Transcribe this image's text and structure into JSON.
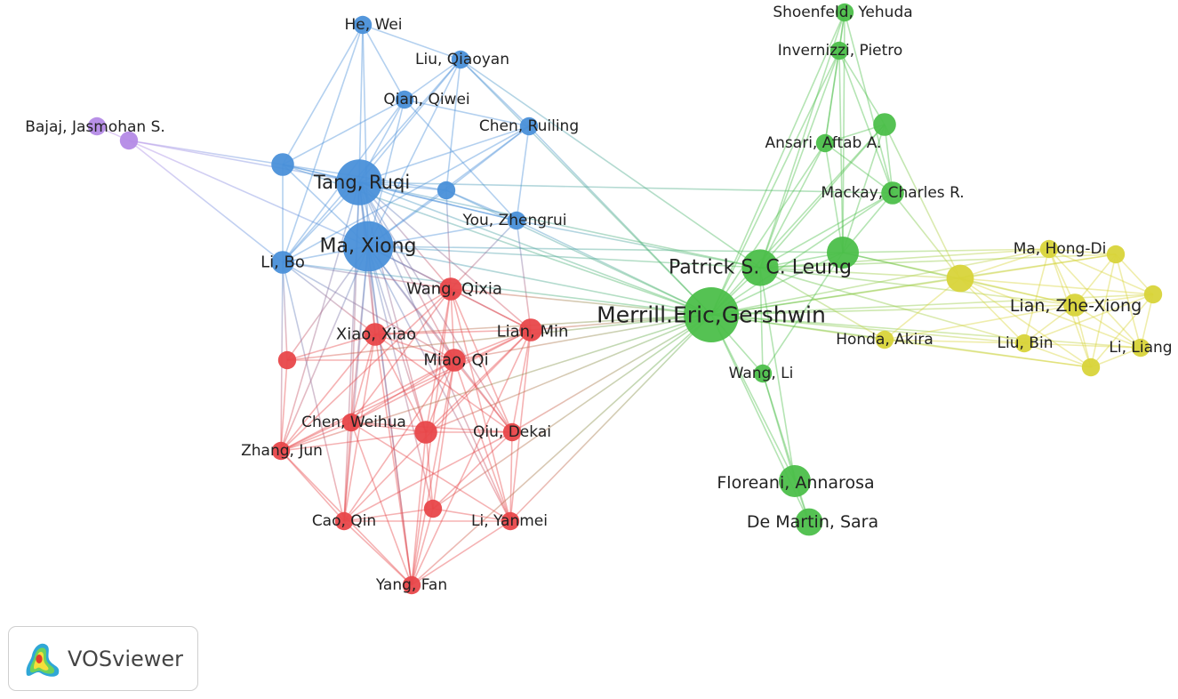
{
  "app": {
    "brand_label": "VOSviewer",
    "logo_icon": "vosviewer-logo-icon"
  },
  "clusters": {
    "red": "#e8474a",
    "blue": "#4a90d9",
    "green": "#4cbf4a",
    "yellow": "#d8d43a",
    "purple": "#b48ae6"
  },
  "nodes": [
    {
      "id": "merrill",
      "label": "Merrill.Eric,Gershwin",
      "cluster": "green",
      "weight": 10
    },
    {
      "id": "leung",
      "label": "Patrick S. C. Leung",
      "cluster": "green",
      "weight": 6
    },
    {
      "id": "green_hub",
      "label": "",
      "cluster": "green",
      "weight": 5
    },
    {
      "id": "shoenfeld",
      "label": "Shoenfeld, Yehuda",
      "cluster": "green",
      "weight": 2
    },
    {
      "id": "invernizzi",
      "label": "Invernizzi, Pietro",
      "cluster": "green",
      "weight": 2
    },
    {
      "id": "green_top",
      "label": "",
      "cluster": "green",
      "weight": 3
    },
    {
      "id": "ansari",
      "label": "Ansari, Aftab A.",
      "cluster": "green",
      "weight": 2
    },
    {
      "id": "mackay",
      "label": "Mackay, Charles R.",
      "cluster": "green",
      "weight": 3
    },
    {
      "id": "wangli",
      "label": "Wang, Li",
      "cluster": "green",
      "weight": 2
    },
    {
      "id": "floreani",
      "label": "Floreani, Annarosa",
      "cluster": "green",
      "weight": 5
    },
    {
      "id": "demartin",
      "label": "De Martin, Sara",
      "cluster": "green",
      "weight": 4
    },
    {
      "id": "tang",
      "label": "Tang, Ruqi",
      "cluster": "blue",
      "weight": 8
    },
    {
      "id": "ma",
      "label": "Ma, Xiong",
      "cluster": "blue",
      "weight": 9
    },
    {
      "id": "hewei",
      "label": "He, Wei",
      "cluster": "blue",
      "weight": 2
    },
    {
      "id": "liuq",
      "label": "Liu, Qiaoyan",
      "cluster": "blue",
      "weight": 2
    },
    {
      "id": "qian",
      "label": "Qian, Qiwei",
      "cluster": "blue",
      "weight": 2
    },
    {
      "id": "chenr",
      "label": "Chen, Ruiling",
      "cluster": "blue",
      "weight": 2
    },
    {
      "id": "you",
      "label": "You, Zhengrui",
      "cluster": "blue",
      "weight": 2
    },
    {
      "id": "libo",
      "label": "Li, Bo",
      "cluster": "blue",
      "weight": 3
    },
    {
      "id": "blue_left",
      "label": "",
      "cluster": "blue",
      "weight": 3
    },
    {
      "id": "blue_mid",
      "label": "",
      "cluster": "blue",
      "weight": 2
    },
    {
      "id": "wangq",
      "label": "Wang, Qixia",
      "cluster": "red",
      "weight": 3
    },
    {
      "id": "lianm",
      "label": "Lian, Min",
      "cluster": "red",
      "weight": 3
    },
    {
      "id": "xiao",
      "label": "Xiao, Xiao",
      "cluster": "red",
      "weight": 3
    },
    {
      "id": "miao",
      "label": "Miao, Qi",
      "cluster": "red",
      "weight": 3
    },
    {
      "id": "chenw",
      "label": "Chen, Weihua",
      "cluster": "red",
      "weight": 2
    },
    {
      "id": "qiu",
      "label": "Qiu, Dekai",
      "cluster": "red",
      "weight": 2
    },
    {
      "id": "zhang",
      "label": "Zhang, Jun",
      "cluster": "red",
      "weight": 2
    },
    {
      "id": "cao",
      "label": "Cao, Qin",
      "cluster": "red",
      "weight": 2
    },
    {
      "id": "liy",
      "label": "Li, Yanmei",
      "cluster": "red",
      "weight": 2
    },
    {
      "id": "yang",
      "label": "Yang, Fan",
      "cluster": "red",
      "weight": 2
    },
    {
      "id": "red_left",
      "label": "",
      "cluster": "red",
      "weight": 2
    },
    {
      "id": "red_mid",
      "label": "",
      "cluster": "red",
      "weight": 3
    },
    {
      "id": "red_low",
      "label": "",
      "cluster": "red",
      "weight": 2
    },
    {
      "id": "mahd",
      "label": "Ma, Hong-Di",
      "cluster": "yellow",
      "weight": 2
    },
    {
      "id": "lianz",
      "label": "Lian, Zhe-Xiong",
      "cluster": "yellow",
      "weight": 3
    },
    {
      "id": "honda",
      "label": "Honda, Akira",
      "cluster": "yellow",
      "weight": 2
    },
    {
      "id": "liubin",
      "label": "Liu, Bin",
      "cluster": "yellow",
      "weight": 2
    },
    {
      "id": "liliang",
      "label": "Li, Liang",
      "cluster": "yellow",
      "weight": 2
    },
    {
      "id": "yellow_hub",
      "label": "",
      "cluster": "yellow",
      "weight": 4
    },
    {
      "id": "yellow_tr",
      "label": "",
      "cluster": "yellow",
      "weight": 2
    },
    {
      "id": "yellow_r",
      "label": "",
      "cluster": "yellow",
      "weight": 2
    },
    {
      "id": "yellow_b",
      "label": "",
      "cluster": "yellow",
      "weight": 2
    },
    {
      "id": "bajaj",
      "label": "Bajaj, Jasmohan S.",
      "cluster": "purple",
      "weight": 2
    },
    {
      "id": "purple2",
      "label": "",
      "cluster": "purple",
      "weight": 2
    }
  ],
  "links": [
    [
      "bajaj",
      "purple2"
    ],
    [
      "purple2",
      "tang"
    ],
    [
      "purple2",
      "ma"
    ],
    [
      "purple2",
      "libo"
    ],
    [
      "purple2",
      "blue_left"
    ],
    [
      "hewei",
      "tang"
    ],
    [
      "hewei",
      "ma"
    ],
    [
      "hewei",
      "qian"
    ],
    [
      "hewei",
      "liuq"
    ],
    [
      "hewei",
      "blue_left"
    ],
    [
      "hewei",
      "libo"
    ],
    [
      "liuq",
      "tang"
    ],
    [
      "liuq",
      "ma"
    ],
    [
      "liuq",
      "qian"
    ],
    [
      "liuq",
      "chenr"
    ],
    [
      "liuq",
      "merrill"
    ],
    [
      "liuq",
      "leung"
    ],
    [
      "liuq",
      "libo"
    ],
    [
      "liuq",
      "blue_mid"
    ],
    [
      "qian",
      "tang"
    ],
    [
      "qian",
      "ma"
    ],
    [
      "qian",
      "chenr"
    ],
    [
      "qian",
      "libo"
    ],
    [
      "qian",
      "blue_left"
    ],
    [
      "qian",
      "you"
    ],
    [
      "chenr",
      "tang"
    ],
    [
      "chenr",
      "ma"
    ],
    [
      "chenr",
      "merrill"
    ],
    [
      "chenr",
      "you"
    ],
    [
      "chenr",
      "blue_mid"
    ],
    [
      "chenr",
      "libo"
    ],
    [
      "tang",
      "ma"
    ],
    [
      "tang",
      "libo"
    ],
    [
      "tang",
      "blue_left"
    ],
    [
      "tang",
      "blue_mid"
    ],
    [
      "tang",
      "you"
    ],
    [
      "tang",
      "merrill"
    ],
    [
      "tang",
      "leung"
    ],
    [
      "tang",
      "wangq"
    ],
    [
      "tang",
      "lianm"
    ],
    [
      "tang",
      "xiao"
    ],
    [
      "tang",
      "miao"
    ],
    [
      "tang",
      "chenw"
    ],
    [
      "tang",
      "qiu"
    ],
    [
      "tang",
      "zhang"
    ],
    [
      "tang",
      "cao"
    ],
    [
      "tang",
      "liy"
    ],
    [
      "tang",
      "yang"
    ],
    [
      "tang",
      "red_mid"
    ],
    [
      "tang",
      "mackay"
    ],
    [
      "ma",
      "libo"
    ],
    [
      "ma",
      "blue_left"
    ],
    [
      "ma",
      "blue_mid"
    ],
    [
      "ma",
      "you"
    ],
    [
      "ma",
      "merrill"
    ],
    [
      "ma",
      "leung"
    ],
    [
      "ma",
      "wangq"
    ],
    [
      "ma",
      "lianm"
    ],
    [
      "ma",
      "xiao"
    ],
    [
      "ma",
      "miao"
    ],
    [
      "ma",
      "chenw"
    ],
    [
      "ma",
      "qiu"
    ],
    [
      "ma",
      "zhang"
    ],
    [
      "ma",
      "cao"
    ],
    [
      "ma",
      "liy"
    ],
    [
      "ma",
      "yang"
    ],
    [
      "ma",
      "red_mid"
    ],
    [
      "ma",
      "red_left"
    ],
    [
      "ma",
      "red_low"
    ],
    [
      "ma",
      "green_hub"
    ],
    [
      "blue_left",
      "libo"
    ],
    [
      "blue_left",
      "you"
    ],
    [
      "blue_left",
      "merrill"
    ],
    [
      "blue_left",
      "blue_mid"
    ],
    [
      "blue_mid",
      "you"
    ],
    [
      "blue_mid",
      "merrill"
    ],
    [
      "blue_mid",
      "wangq"
    ],
    [
      "you",
      "merrill"
    ],
    [
      "you",
      "leung"
    ],
    [
      "you",
      "wangq"
    ],
    [
      "you",
      "lianm"
    ],
    [
      "libo",
      "wangq"
    ],
    [
      "libo",
      "xiao"
    ],
    [
      "libo",
      "miao"
    ],
    [
      "libo",
      "zhang"
    ],
    [
      "libo",
      "red_left"
    ],
    [
      "libo",
      "merrill"
    ],
    [
      "libo",
      "cao"
    ],
    [
      "wangq",
      "lianm"
    ],
    [
      "wangq",
      "xiao"
    ],
    [
      "wangq",
      "miao"
    ],
    [
      "wangq",
      "chenw"
    ],
    [
      "wangq",
      "qiu"
    ],
    [
      "wangq",
      "merrill"
    ],
    [
      "wangq",
      "zhang"
    ],
    [
      "wangq",
      "yang"
    ],
    [
      "wangq",
      "liy"
    ],
    [
      "wangq",
      "red_mid"
    ],
    [
      "lianm",
      "xiao"
    ],
    [
      "lianm",
      "miao"
    ],
    [
      "lianm",
      "qiu"
    ],
    [
      "lianm",
      "merrill"
    ],
    [
      "lianm",
      "chenw"
    ],
    [
      "lianm",
      "liy"
    ],
    [
      "lianm",
      "cao"
    ],
    [
      "lianm",
      "zhang"
    ],
    [
      "lianm",
      "red_mid"
    ],
    [
      "lianm",
      "yang"
    ],
    [
      "xiao",
      "miao"
    ],
    [
      "xiao",
      "chenw"
    ],
    [
      "xiao",
      "zhang"
    ],
    [
      "xiao",
      "cao"
    ],
    [
      "xiao",
      "red_left"
    ],
    [
      "xiao",
      "red_mid"
    ],
    [
      "xiao",
      "merrill"
    ],
    [
      "xiao",
      "qiu"
    ],
    [
      "xiao",
      "yang"
    ],
    [
      "miao",
      "chenw"
    ],
    [
      "miao",
      "qiu"
    ],
    [
      "miao",
      "zhang"
    ],
    [
      "miao",
      "cao"
    ],
    [
      "miao",
      "liy"
    ],
    [
      "miao",
      "yang"
    ],
    [
      "miao",
      "red_mid"
    ],
    [
      "miao",
      "red_low"
    ],
    [
      "miao",
      "merrill"
    ],
    [
      "chenw",
      "qiu"
    ],
    [
      "chenw",
      "zhang"
    ],
    [
      "chenw",
      "cao"
    ],
    [
      "chenw",
      "liy"
    ],
    [
      "chenw",
      "red_mid"
    ],
    [
      "chenw",
      "yang"
    ],
    [
      "qiu",
      "liy"
    ],
    [
      "qiu",
      "red_mid"
    ],
    [
      "qiu",
      "merrill"
    ],
    [
      "qiu",
      "cao"
    ],
    [
      "qiu",
      "red_low"
    ],
    [
      "zhang",
      "cao"
    ],
    [
      "zhang",
      "red_left"
    ],
    [
      "zhang",
      "yang"
    ],
    [
      "zhang",
      "red_mid"
    ],
    [
      "zhang",
      "merrill"
    ],
    [
      "cao",
      "yang"
    ],
    [
      "cao",
      "red_low"
    ],
    [
      "cao",
      "liy"
    ],
    [
      "liy",
      "yang"
    ],
    [
      "liy",
      "red_low"
    ],
    [
      "liy",
      "merrill"
    ],
    [
      "red_mid",
      "red_low"
    ],
    [
      "red_mid",
      "yang"
    ],
    [
      "red_mid",
      "merrill"
    ],
    [
      "red_left",
      "merrill"
    ],
    [
      "red_left",
      "miao"
    ],
    [
      "red_low",
      "yang"
    ],
    [
      "red_low",
      "merrill"
    ],
    [
      "yang",
      "merrill"
    ],
    [
      "merrill",
      "leung"
    ],
    [
      "merrill",
      "green_hub"
    ],
    [
      "merrill",
      "shoenfeld"
    ],
    [
      "merrill",
      "invernizzi"
    ],
    [
      "merrill",
      "green_top"
    ],
    [
      "merrill",
      "ansari"
    ],
    [
      "merrill",
      "mackay"
    ],
    [
      "merrill",
      "wangli"
    ],
    [
      "merrill",
      "floreani"
    ],
    [
      "merrill",
      "demartin"
    ],
    [
      "merrill",
      "yellow_hub"
    ],
    [
      "merrill",
      "mahd"
    ],
    [
      "merrill",
      "lianz"
    ],
    [
      "merrill",
      "honda"
    ],
    [
      "merrill",
      "liubin"
    ],
    [
      "merrill",
      "liliang"
    ],
    [
      "merrill",
      "yellow_tr"
    ],
    [
      "merrill",
      "yellow_r"
    ],
    [
      "merrill",
      "yellow_b"
    ],
    [
      "leung",
      "green_hub"
    ],
    [
      "leung",
      "shoenfeld"
    ],
    [
      "leung",
      "invernizzi"
    ],
    [
      "leung",
      "ansari"
    ],
    [
      "leung",
      "mackay"
    ],
    [
      "leung",
      "green_top"
    ],
    [
      "leung",
      "wangli"
    ],
    [
      "leung",
      "floreani"
    ],
    [
      "leung",
      "yellow_hub"
    ],
    [
      "leung",
      "mahd"
    ],
    [
      "leung",
      "lianz"
    ],
    [
      "leung",
      "honda"
    ],
    [
      "leung",
      "liubin"
    ],
    [
      "leung",
      "yellow_tr"
    ],
    [
      "green_hub",
      "invernizzi"
    ],
    [
      "green_hub",
      "shoenfeld"
    ],
    [
      "green_hub",
      "green_top"
    ],
    [
      "green_hub",
      "ansari"
    ],
    [
      "green_hub",
      "mackay"
    ],
    [
      "green_hub",
      "yellow_hub"
    ],
    [
      "green_hub",
      "lianz"
    ],
    [
      "green_hub",
      "mahd"
    ],
    [
      "green_hub",
      "wangli"
    ],
    [
      "shoenfeld",
      "invernizzi"
    ],
    [
      "shoenfeld",
      "ansari"
    ],
    [
      "shoenfeld",
      "mackay"
    ],
    [
      "invernizzi",
      "ansari"
    ],
    [
      "invernizzi",
      "mackay"
    ],
    [
      "invernizzi",
      "green_top"
    ],
    [
      "green_top",
      "ansari"
    ],
    [
      "green_top",
      "mackay"
    ],
    [
      "green_top",
      "yellow_hub"
    ],
    [
      "ansari",
      "mackay"
    ],
    [
      "mackay",
      "yellow_hub"
    ],
    [
      "floreani",
      "demartin"
    ],
    [
      "floreani",
      "wangli"
    ],
    [
      "wangli",
      "demartin"
    ],
    [
      "yellow_hub",
      "mahd"
    ],
    [
      "yellow_hub",
      "lianz"
    ],
    [
      "yellow_hub",
      "honda"
    ],
    [
      "yellow_hub",
      "liubin"
    ],
    [
      "yellow_hub",
      "liliang"
    ],
    [
      "yellow_hub",
      "yellow_tr"
    ],
    [
      "yellow_hub",
      "yellow_r"
    ],
    [
      "yellow_hub",
      "yellow_b"
    ],
    [
      "mahd",
      "lianz"
    ],
    [
      "mahd",
      "yellow_tr"
    ],
    [
      "mahd",
      "yellow_r"
    ],
    [
      "mahd",
      "liubin"
    ],
    [
      "mahd",
      "liliang"
    ],
    [
      "mahd",
      "yellow_b"
    ],
    [
      "lianz",
      "yellow_tr"
    ],
    [
      "lianz",
      "yellow_r"
    ],
    [
      "lianz",
      "liubin"
    ],
    [
      "lianz",
      "liliang"
    ],
    [
      "lianz",
      "yellow_b"
    ],
    [
      "lianz",
      "honda"
    ],
    [
      "yellow_tr",
      "yellow_r"
    ],
    [
      "yellow_tr",
      "liliang"
    ],
    [
      "yellow_tr",
      "yellow_b"
    ],
    [
      "yellow_r",
      "liliang"
    ],
    [
      "yellow_r",
      "yellow_b"
    ],
    [
      "yellow_r",
      "liubin"
    ],
    [
      "liubin",
      "liliang"
    ],
    [
      "liubin",
      "yellow_b"
    ],
    [
      "liliang",
      "yellow_b"
    ],
    [
      "honda",
      "liubin"
    ],
    [
      "honda",
      "yellow_b"
    ]
  ]
}
